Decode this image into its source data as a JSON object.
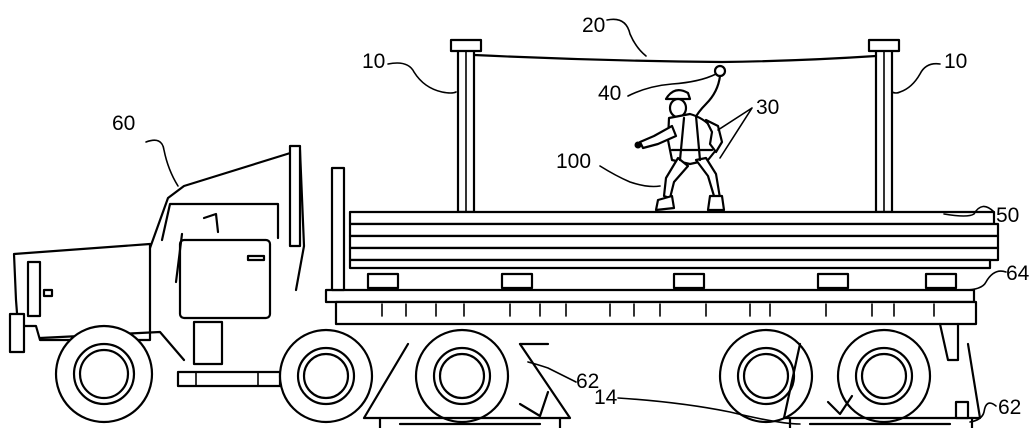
{
  "reference_numerals": {
    "cable": "20",
    "post_left": "10",
    "post_right": "10",
    "lanyard": "40",
    "harness": "30",
    "truck_cab": "60",
    "worker": "100",
    "load": "50",
    "trailer_deck": "64",
    "ramp_left": "62",
    "ramp_right": "62",
    "base": "14"
  }
}
